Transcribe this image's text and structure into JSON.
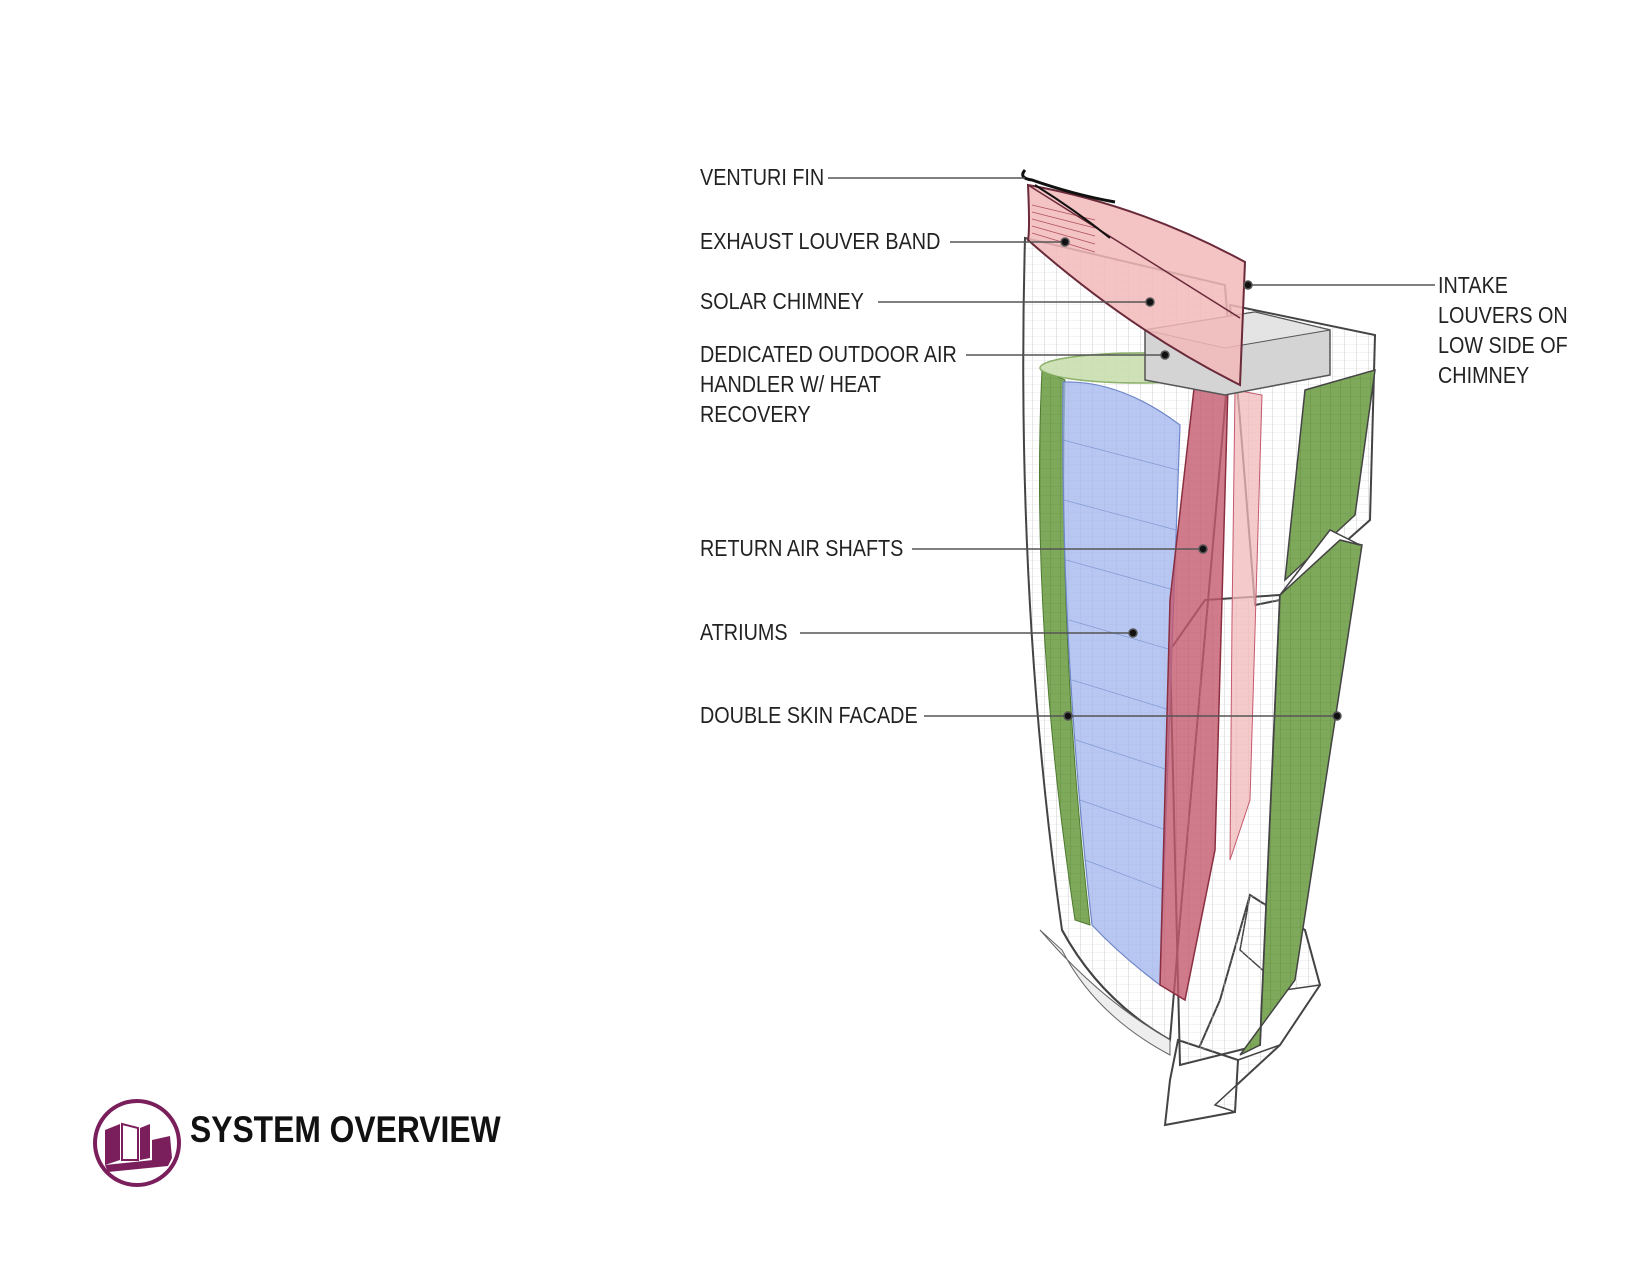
{
  "labels": {
    "venturi_fin": "VENTURI FIN",
    "exhaust_louver_band": "EXHAUST LOUVER BAND",
    "solar_chimney": "SOLAR CHIMNEY",
    "doah": [
      "DEDICATED OUTDOOR AIR",
      "HANDLER W/ HEAT",
      "RECOVERY"
    ],
    "return_air_shafts": "RETURN AIR SHAFTS",
    "atriums": "ATRIUMS",
    "double_skin_facade": "DOUBLE SKIN FACADE",
    "intake_louvers": [
      "INTAKE",
      "LOUVERS ON",
      "LOW SIDE OF",
      "CHIMNEY"
    ]
  },
  "title": "SYSTEM OVERVIEW",
  "logo": {
    "icon": "building-blocks-logo-icon",
    "color": "#7a1f5c"
  },
  "colors": {
    "facade_green": "#7fa95a",
    "atrium_blue": "#9fb4ee",
    "chimney_pink": "#f2b8b8",
    "shaft_red": "#c45a6e",
    "hvac_gray": "#d4d4d4",
    "leader": "#555555"
  }
}
